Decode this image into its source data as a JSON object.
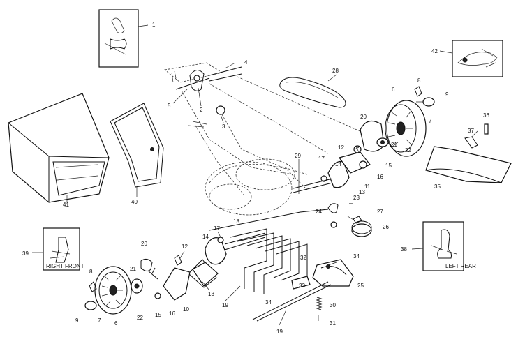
{
  "callouts": {
    "c1": "1",
    "c2": "2",
    "c3": "3",
    "c4": "4",
    "c5": "5",
    "c6a": "6",
    "c6b": "6",
    "c7a": "7",
    "c7b": "7",
    "c8a": "8",
    "c8b": "8",
    "c9a": "9",
    "c9b": "9",
    "c10": "10",
    "c11": "11",
    "c12a": "12",
    "c12b": "12",
    "c13a": "13",
    "c13b": "13",
    "c14a": "14",
    "c14b": "14",
    "c15a": "15",
    "c15b": "15",
    "c16a": "16",
    "c16b": "16",
    "c17a": "17",
    "c17b": "17",
    "c18": "18",
    "c19a": "19",
    "c19b": "19",
    "c20a": "20",
    "c20b": "20",
    "c21a": "21",
    "c21b": "21",
    "c22a": "22",
    "c22b": "22",
    "c23": "23",
    "c24": "24",
    "c25": "25",
    "c26": "26",
    "c27": "27",
    "c28": "28",
    "c29": "29",
    "c30": "30",
    "c31": "31",
    "c32": "32",
    "c33": "33",
    "c34a": "34",
    "c34b": "34",
    "c35": "35",
    "c36": "36",
    "c37": "37",
    "c38": "38",
    "c39": "39",
    "c40": "40",
    "c41": "41",
    "c42": "42"
  },
  "inset_text": {
    "right_front": "RIGHT FRONT",
    "left_rear": "LEFT REAR"
  }
}
